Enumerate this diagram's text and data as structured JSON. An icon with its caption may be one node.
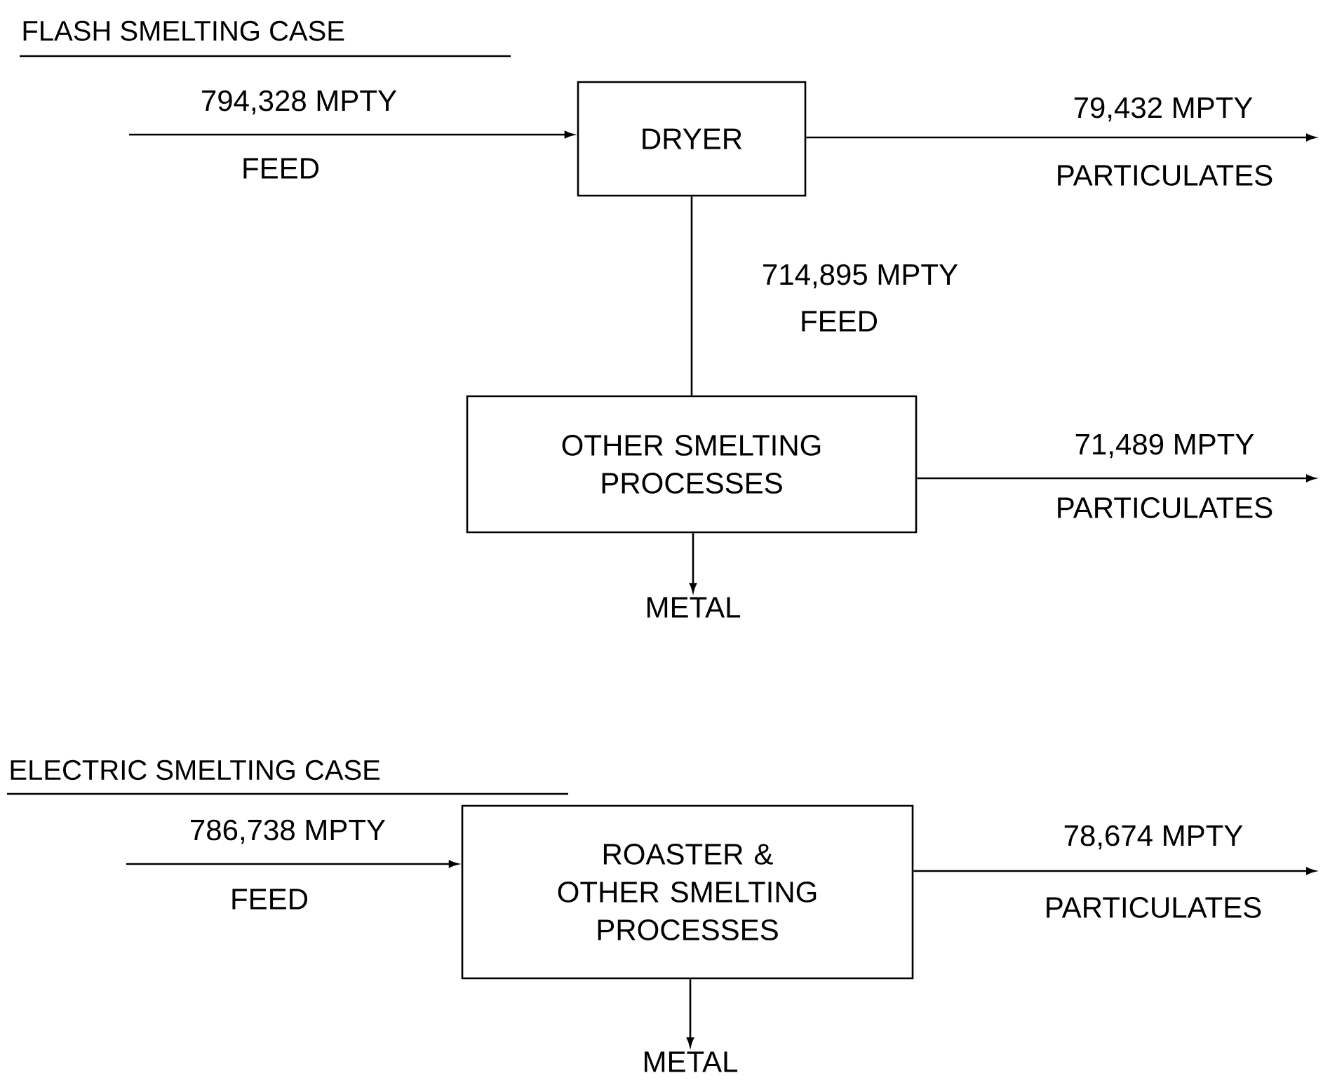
{
  "diagram": {
    "nodes": [
      {
        "text": [
          "DRYER"
        ]
      },
      {
        "text": [
          "OTHER SMELTING PROCESSES"
        ]
      },
      {
        "text": [
          "METAL"
        ]
      },
      {
        "text": [
          "ROASTER & OTHER SMELTING PROCESSES"
        ]
      },
      {
        "text": [
          "METAL"
        ]
      }
    ],
    "edges": [
      {
        "from": null,
        "to": 0,
        "arrow": "to"
      },
      {
        "from": 0,
        "to": null,
        "arrow": "to"
      },
      {
        "from": 0,
        "to": 1,
        "arrow": "none"
      },
      {
        "from": 1,
        "to": null,
        "arrow": "to"
      },
      {
        "from": 1,
        "to": 2,
        "arrow": "to"
      },
      {
        "from": null,
        "to": 3,
        "arrow": "to"
      },
      {
        "from": 3,
        "to": null,
        "arrow": "to"
      },
      {
        "from": 3,
        "to": 4,
        "arrow": "to"
      }
    ],
    "labels": [
      "FLASH SMELTING CASE",
      "794,328 MPTY",
      "FEED",
      "79,432 MPTY",
      "PARTICULATES",
      "714,895 MPTY",
      "FEED",
      "71,489 MPTY",
      "PARTICULATES",
      "ELECTRIC SMELTING CASE",
      "786,738 MPTY",
      "FEED",
      "78,674 MPTY",
      "PARTICULATES"
    ]
  }
}
